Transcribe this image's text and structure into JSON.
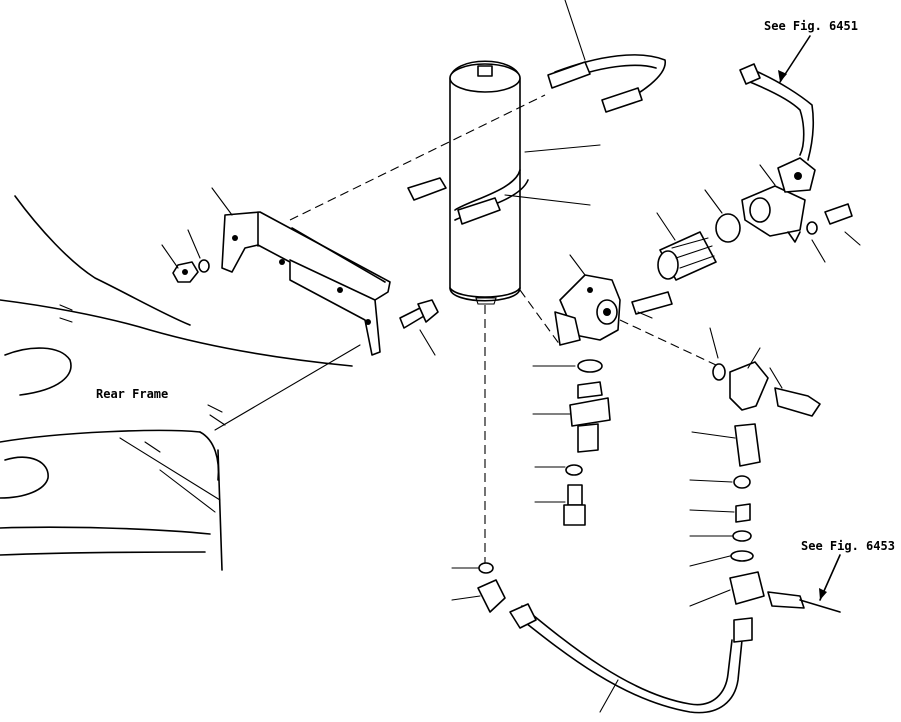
{
  "labels": {
    "rear_frame": "Rear Frame",
    "see_fig_6451": "See Fig. 6451",
    "see_fig_6453": "See Fig. 6453"
  }
}
